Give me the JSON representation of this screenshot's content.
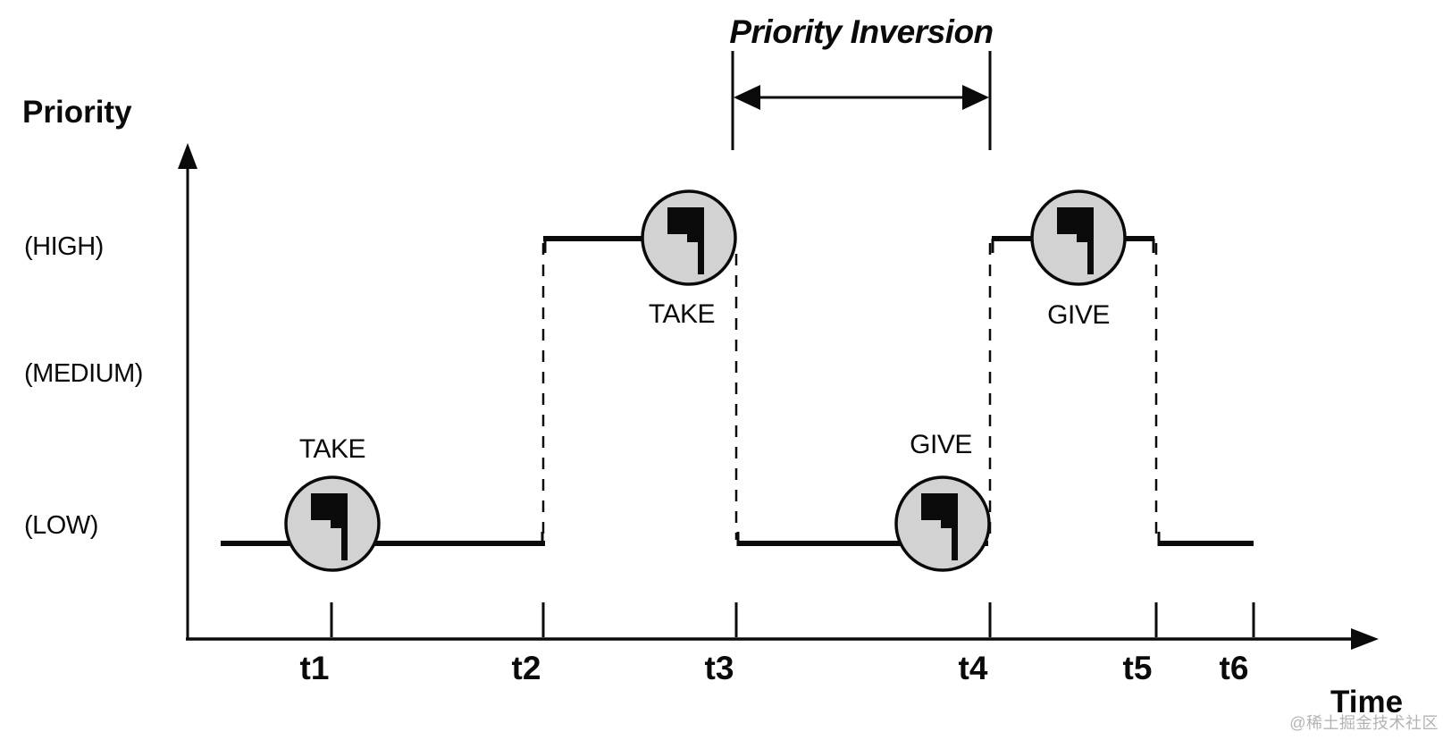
{
  "annotation": {
    "label": "Priority Inversion",
    "from_tick": "t3",
    "to_tick": "t4"
  },
  "y_axis": {
    "label": "Priority",
    "levels": [
      "(HIGH)",
      "(MEDIUM)",
      "(LOW)"
    ]
  },
  "x_axis": {
    "label": "Time",
    "ticks": [
      "t1",
      "t2",
      "t3",
      "t4",
      "t5",
      "t6"
    ]
  },
  "events": [
    {
      "label": "TAKE",
      "priority": "LOW",
      "near_tick": "t1",
      "icon": "semaphore-flag-icon"
    },
    {
      "label": "TAKE",
      "priority": "HIGH",
      "near_tick": "t3",
      "icon": "semaphore-flag-icon"
    },
    {
      "label": "GIVE",
      "priority": "LOW",
      "near_tick": "t4",
      "icon": "semaphore-flag-icon"
    },
    {
      "label": "GIVE",
      "priority": "HIGH",
      "near_tick": "t5",
      "icon": "semaphore-flag-icon"
    }
  ],
  "execution_trace": [
    {
      "level": "LOW",
      "from": "start",
      "to": "t2"
    },
    {
      "level": "HIGH",
      "from": "t2",
      "to": "t3"
    },
    {
      "level": "LOW",
      "from": "t3",
      "to": "t4"
    },
    {
      "level": "HIGH",
      "from": "t4",
      "to": "t5"
    },
    {
      "level": "LOW",
      "from": "t5",
      "to": "t6"
    }
  ],
  "watermark": "@稀土掘金技术社区",
  "colors": {
    "line": "#0a0a0a",
    "circle_fill": "#d2d2d2",
    "watermark": "#b3b3b3",
    "background": "#ffffff"
  }
}
